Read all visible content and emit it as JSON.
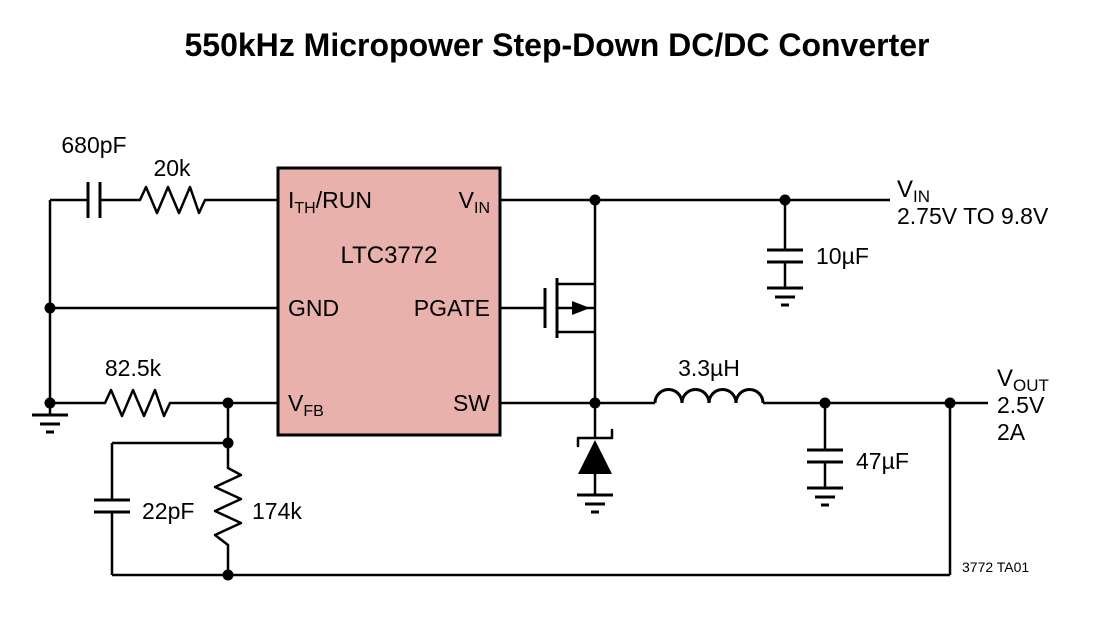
{
  "title": "550kHz Micropower Step-Down DC/DC Converter",
  "ic": {
    "name": "LTC3772",
    "pins": {
      "ith_run_main": "I",
      "ith_run_sub": "TH",
      "ith_run_rest": "/RUN",
      "gnd": "GND",
      "vfb_main": "V",
      "vfb_sub": "FB",
      "vin_main": "V",
      "vin_sub": "IN",
      "pgate": "PGATE",
      "sw": "SW"
    }
  },
  "components": {
    "c1": "680pF",
    "r1": "20k",
    "r2": "82.5k",
    "c2": "22pF",
    "r3": "174k",
    "l1": "3.3µH",
    "cin": "10µF",
    "cout": "47µF"
  },
  "rails": {
    "vin_main": "V",
    "vin_sub": "IN",
    "vin_range": "2.75V TO 9.8V",
    "vout_main": "V",
    "vout_sub": "OUT",
    "vout_voltage": "2.5V",
    "vout_current": "2A"
  },
  "note": "3772 TA01",
  "colors": {
    "ic_fill": "#e8b1ab",
    "line": "#000000",
    "background": "#ffffff"
  }
}
